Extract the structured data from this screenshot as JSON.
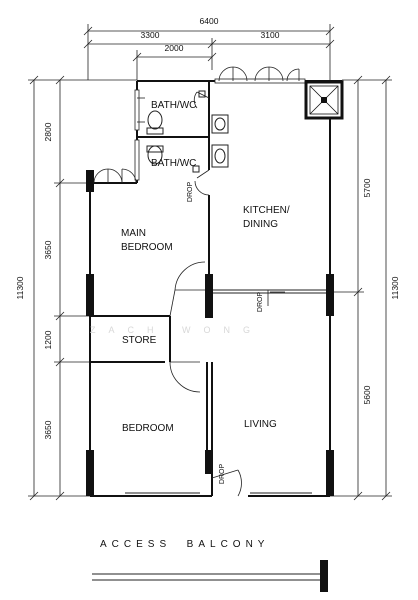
{
  "dimensions": {
    "total_width": "6400",
    "width_left": "3300",
    "width_right": "3100",
    "width_bath": "2000",
    "height_total_left": "11300",
    "height_total_right": "11300",
    "h_2800": "2800",
    "h_3650_top": "3650",
    "h_1200": "1200",
    "h_3650_bottom": "3650",
    "h_5700": "5700",
    "h_5600": "5600"
  },
  "rooms": {
    "bath_wc_1": "BATH/WC",
    "bath_wc_2": "BATH/WC",
    "kitchen_line1": "KITCHEN/",
    "kitchen_line2": "DINING",
    "main_bedroom_line1": "MAIN",
    "main_bedroom_line2": "BEDROOM",
    "store": "STORE",
    "bedroom": "BEDROOM",
    "living": "LIVING"
  },
  "labels": {
    "drop_1": "DROP",
    "drop_2": "DROP",
    "drop_3": "DROP",
    "access_balcony": "ACCESS  BALCONY",
    "watermark": "ZACH WONG"
  }
}
